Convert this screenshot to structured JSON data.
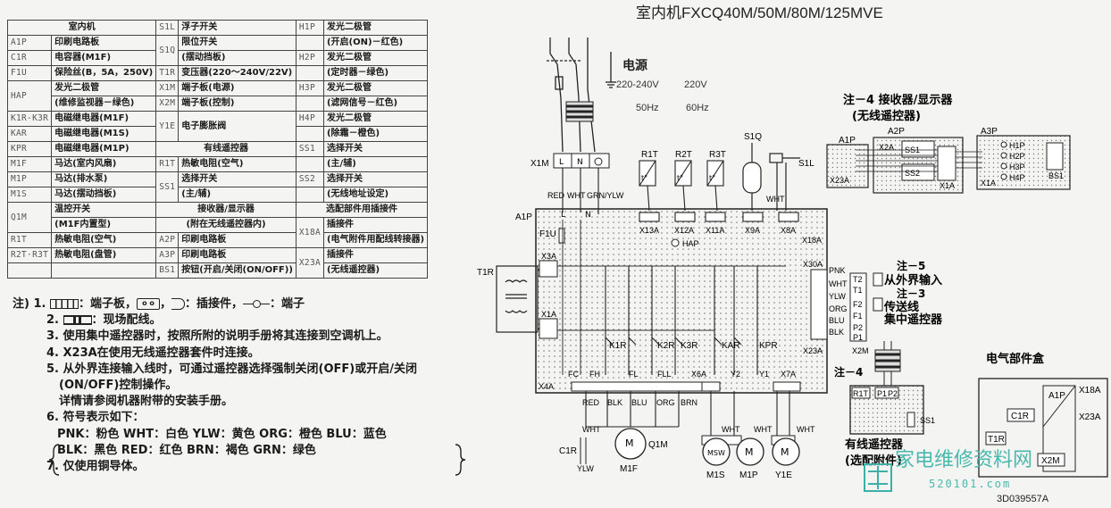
{
  "title": "室内机FXCQ40M/50M/80M/125MVE",
  "doc_id": "3D039557A",
  "legend": {
    "rows": [
      [
        {
          "t": "室内机",
          "h": 1,
          "cs": 2
        },
        {
          "c": "S1L"
        },
        {
          "d": "浮子开关"
        },
        {
          "c": "H1P"
        },
        {
          "d": "发光二极管"
        }
      ],
      [
        {
          "c": "A1P"
        },
        {
          "d": "印刷电路板"
        },
        {
          "c": "S1Q",
          "rs": 2
        },
        {
          "d": "限位开关"
        },
        {
          "c": ""
        },
        {
          "d": "(开启(ON)－红色)"
        }
      ],
      [
        {
          "c": "C1R"
        },
        {
          "d": "电容器(M1F)"
        },
        {
          "d": "(摆动挡板)"
        },
        {
          "c": "H2P"
        },
        {
          "d": "发光二极管"
        }
      ],
      [
        {
          "c": "F1U"
        },
        {
          "d": "保险丝(B，5A，250V)"
        },
        {
          "c": "T1R"
        },
        {
          "d": "变压器(220～240V/22V)"
        },
        {
          "c": ""
        },
        {
          "d": "(定时器－绿色)"
        }
      ],
      [
        {
          "c": "HAP",
          "rs": 2
        },
        {
          "d": "发光二极管"
        },
        {
          "c": "X1M"
        },
        {
          "d": "端子板(电源)"
        },
        {
          "c": "H3P"
        },
        {
          "d": "发光二极管"
        }
      ],
      [
        {
          "d": "(维修监视器－绿色)"
        },
        {
          "c": "X2M"
        },
        {
          "d": "端子板(控制)"
        },
        {
          "c": ""
        },
        {
          "d": "(滤网信号－红色)"
        }
      ],
      [
        {
          "c": "K1R-K3R"
        },
        {
          "d": "电磁继电器(M1F)"
        },
        {
          "c": "Y1E",
          "rs": 2
        },
        {
          "d": "电子膨胀阀",
          "rs": 2
        },
        {
          "c": "H4P"
        },
        {
          "d": "发光二极管"
        }
      ],
      [
        {
          "c": "KAR"
        },
        {
          "d": "电磁继电器(M1S)"
        },
        {
          "c": ""
        },
        {
          "d": "(除霜－橙色)"
        }
      ],
      [
        {
          "c": "KPR"
        },
        {
          "d": "电磁继电器(M1P)"
        },
        {
          "t": "有线遥控器",
          "h": 1,
          "cs": 2
        },
        {
          "c": "SS1"
        },
        {
          "d": "选择开关"
        }
      ],
      [
        {
          "c": "M1F"
        },
        {
          "d": "马达(室内风扇)"
        },
        {
          "c": "R1T"
        },
        {
          "d": "热敏电阻(空气)"
        },
        {
          "c": ""
        },
        {
          "d": "(主/辅)"
        }
      ],
      [
        {
          "c": "M1P"
        },
        {
          "d": "马达(排水泵)"
        },
        {
          "c": "SS1",
          "rs": 2
        },
        {
          "d": "选择开关"
        },
        {
          "c": "SS2"
        },
        {
          "d": "选择开关"
        }
      ],
      [
        {
          "c": "M1S"
        },
        {
          "d": "马达(摆动挡板)"
        },
        {
          "d": "(主/辅)"
        },
        {
          "c": ""
        },
        {
          "d": "(无线地址设定)"
        }
      ],
      [
        {
          "c": "Q1M",
          "rs": 2
        },
        {
          "d": "温控开关"
        },
        {
          "t": "接收器/显示器",
          "h": 1,
          "cs": 2
        },
        {
          "t": "选配部件用插接件",
          "h": 1,
          "cs": 2
        }
      ],
      [
        {
          "d": "(M1F内置型)"
        },
        {
          "t": "(附在无线遥控器内)",
          "h": 1,
          "cs": 2
        },
        {
          "c": "X18A",
          "rs": 2
        },
        {
          "d": "插接件"
        }
      ],
      [
        {
          "c": "R1T"
        },
        {
          "d": "热敏电阻(空气)"
        },
        {
          "c": "A2P"
        },
        {
          "d": "印刷电路板"
        },
        {
          "d": "(电气附件用配线转接器)"
        }
      ],
      [
        {
          "c": "R2T·R3T"
        },
        {
          "d": "热敏电阻(盘管)"
        },
        {
          "c": "A3P"
        },
        {
          "d": "印刷电路板"
        },
        {
          "c": "X23A",
          "rs": 2
        },
        {
          "d": "插接件"
        }
      ],
      [
        {
          "c": ""
        },
        {
          "d": ""
        },
        {
          "c": "BS1"
        },
        {
          "d": "按钮(开启/关闭(ON/OFF))"
        },
        {
          "d": "(无线遥控器)"
        }
      ]
    ]
  },
  "notes": {
    "label": "注)",
    "n1_num": "1.",
    "n1_a": "：端子板，",
    "n1_b": "，",
    "n1_c": "：插接件，",
    "n1_d": "：端子",
    "n2_num": "2.",
    "n2": "：现场配线。",
    "n3": "3. 使用集中遥控器时，按照所附的说明手册将其连接到空调机上。",
    "n4": "4. X23A在使用无线遥控器套件时连接。",
    "n5": "5. 从外界连接输入线时，可通过遥控器选择强制关闭(OFF)或开启/关闭",
    "n5b": "(ON/OFF)控制操作。",
    "n5c": "详情请参阅机器附带的安装手册。",
    "n6": "6. 符号表示如下：",
    "n6a": "PNK：粉色  WHT：白色  YLW：黄色  ORG：橙色  BLU：蓝色",
    "n6b": "BLK：黑色  RED：红色  BRN：褐色  GRN：绿色",
    "n7": "7. 仅使用铜导体。"
  },
  "power": {
    "label": "电源",
    "v1": "220-240V",
    "f1": "50Hz",
    "v2": "220V",
    "f2": "60Hz"
  },
  "labels": {
    "x1m": "X1M",
    "l": "L",
    "n": "N",
    "red": "RED",
    "wht": "WHT",
    "grn_ylw": "GRN/YLW",
    "a1p": "A1P",
    "f1u": "F1U",
    "l_pin": "L",
    "n_pin": "N",
    "x3a": "X3A",
    "x1a": "X1A",
    "t1r": "T1R",
    "x4a": "X4A",
    "r1t": "R1T",
    "r2t": "R2T",
    "r3t": "R3T",
    "t_sym": "t°",
    "s1q": "S1Q",
    "s1l": "S1L",
    "s1q_wht": "WHT",
    "x13a": "X13A",
    "x12a": "X12A",
    "x11a": "X11A",
    "x9a": "X9A",
    "x8a": "X8A",
    "hap": "HAP",
    "x18a": "X18A",
    "x30a": "X30A",
    "x23a": "X23A",
    "x6a": "X6A",
    "x7a": "X7A",
    "k1r": "K1R",
    "k2r": "K2R",
    "k3r": "K3R",
    "kar": "KAR",
    "kpr": "KPR",
    "fc": "FC",
    "fh": "FH",
    "fl": "FL",
    "fll": "FLL",
    "y2": "Y2",
    "y1": "Y1",
    "w_red": "RED",
    "w_blk": "BLK",
    "w_blu": "BLU",
    "w_org": "ORG",
    "w_brn": "BRN",
    "m1f_wht": "WHT",
    "c1r": "C1R",
    "ylw": "YLW",
    "q1m": "Q1M",
    "m1f": "M1F",
    "m_sym": "M",
    "m1s": "M1S",
    "m1p": "M1P",
    "y1e": "Y1E",
    "msw": "MSW",
    "m1s_wht": "WHT",
    "m1p_wht": "WHT",
    "y1e_wht": "WHT",
    "pnk": "PNK",
    "wht2": "WHT",
    "ylw2": "YLW",
    "org": "ORG",
    "blu": "BLU",
    "blk": "BLK",
    "t2": "T2",
    "t1": "T1",
    "f2": "F2",
    "f1": "F1",
    "p2": "P2",
    "p1": "P1",
    "x2m": "X2M",
    "x2m_2": "X2M",
    "note5": "注－5",
    "note5_text": "从外界输入",
    "note3": "注－3",
    "note3_text1": "传送线",
    "note3_text2": "集中遥控器",
    "note4": "注－4",
    "rc_r1t": "R1T",
    "rc_p1": "P1",
    "rc_p2": "P2",
    "rc_ss1": "SS1",
    "rc_caption1": "有线遥控器",
    "rc_caption2": "(选配附件)",
    "rx_note": "注－4 接收器/显示器",
    "rx_note2": "(无线遥控器)",
    "rx_a1p": "A1P",
    "rx_x23a": "X23A",
    "rx_a2p": "A2P",
    "rx_x2a": "X2A",
    "rx_ss1": "SS1",
    "rx_ss2": "SS2",
    "rx_x1a": "X1A",
    "rx_a3p": "A3P",
    "rx_x1a2": "X1A",
    "rx_h1p": "H1P",
    "rx_h2p": "H2P",
    "rx_h3p": "H3P",
    "rx_h4p": "H4P",
    "rx_bs1": "BS1",
    "box_title": "电气部件盒",
    "box_a1p": "A1P",
    "box_x18a": "X18A",
    "box_x23a": "X23A",
    "box_c1r": "C1R",
    "box_t1r": "T1R",
    "box_x2m": "X2M"
  },
  "watermark": {
    "cn": "家电维修资料网",
    "url": "520101.com"
  }
}
